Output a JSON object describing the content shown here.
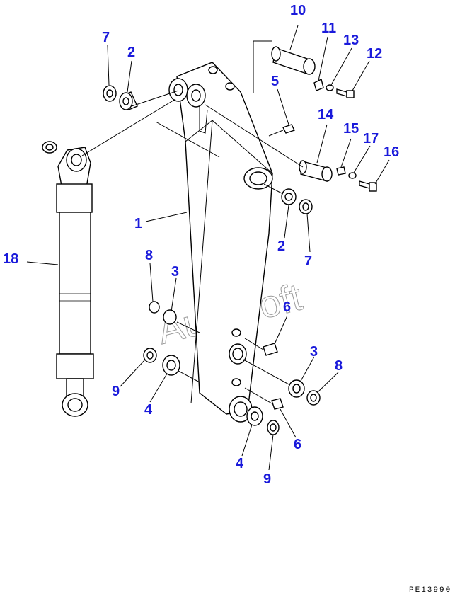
{
  "diagram": {
    "labels": {
      "p1": "1",
      "p2a": "2",
      "p2b": "2",
      "p3a": "3",
      "p3b": "3",
      "p4a": "4",
      "p4b": "4",
      "p5": "5",
      "p6a": "6",
      "p6b": "6",
      "p7a": "7",
      "p7b": "7",
      "p8a": "8",
      "p8b": "8",
      "p9a": "9",
      "p9b": "9",
      "p10": "10",
      "p11": "11",
      "p12": "12",
      "p13": "13",
      "p14": "14",
      "p15": "15",
      "p16": "16",
      "p17": "17",
      "p18": "18"
    },
    "watermark": "AutoSoft",
    "drawing_code": "PE13990"
  }
}
